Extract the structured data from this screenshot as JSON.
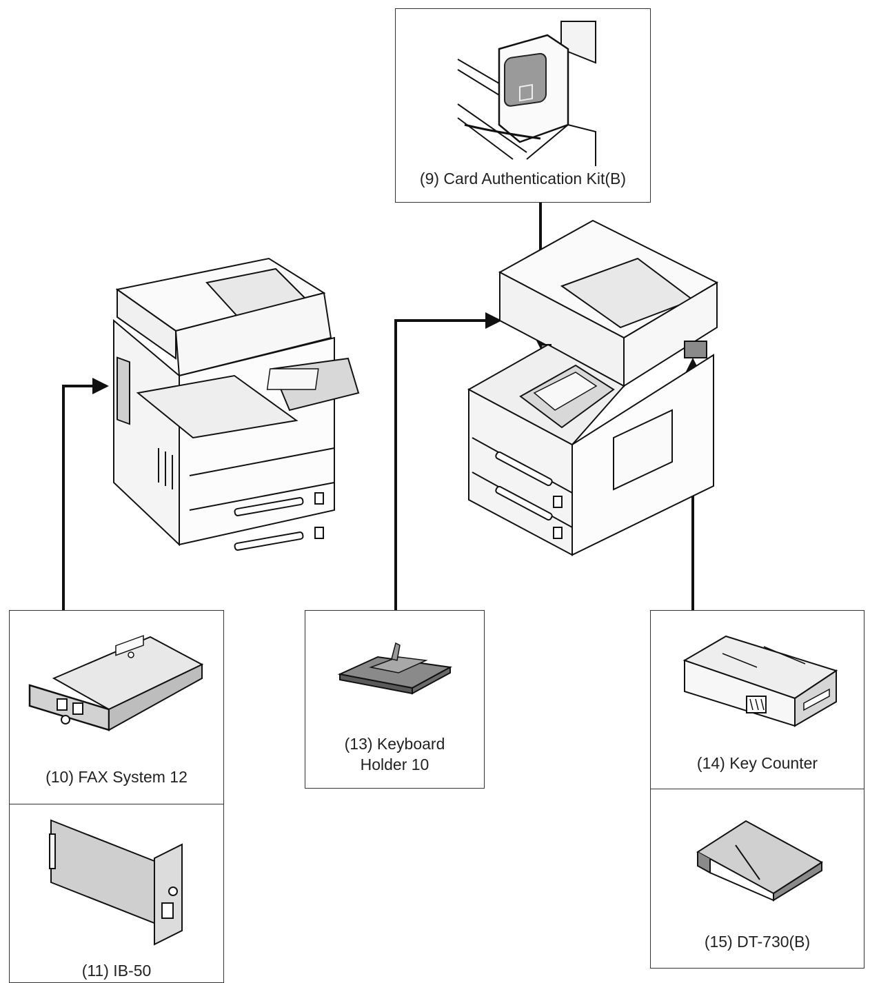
{
  "options": {
    "card_auth": {
      "number": "(9)",
      "name": "Card Authentication Kit(B)",
      "text": "(9) Card Authentication Kit(B)"
    },
    "fax": {
      "number": "(10)",
      "name": "FAX System 12",
      "text": "(10) FAX System 12"
    },
    "ib50": {
      "number": "(11)",
      "name": "IB-50",
      "text": "(11) IB-50"
    },
    "keyboard_holder": {
      "number": "(13)",
      "name": "Keyboard Holder 10",
      "line1": "(13) Keyboard",
      "line2": "Holder 10"
    },
    "key_counter": {
      "number": "(14)",
      "name": "Key Counter",
      "text": "(14) Key Counter"
    },
    "dt730": {
      "number": "(15)",
      "name": "DT-730(B)",
      "text": "(15) DT-730(B)"
    }
  },
  "colors": {
    "line": "#111111",
    "box_border": "#333333",
    "fill_light": "#eeeeee",
    "fill_mid": "#cfcfcf",
    "fill_dark": "#8a8a8a"
  }
}
